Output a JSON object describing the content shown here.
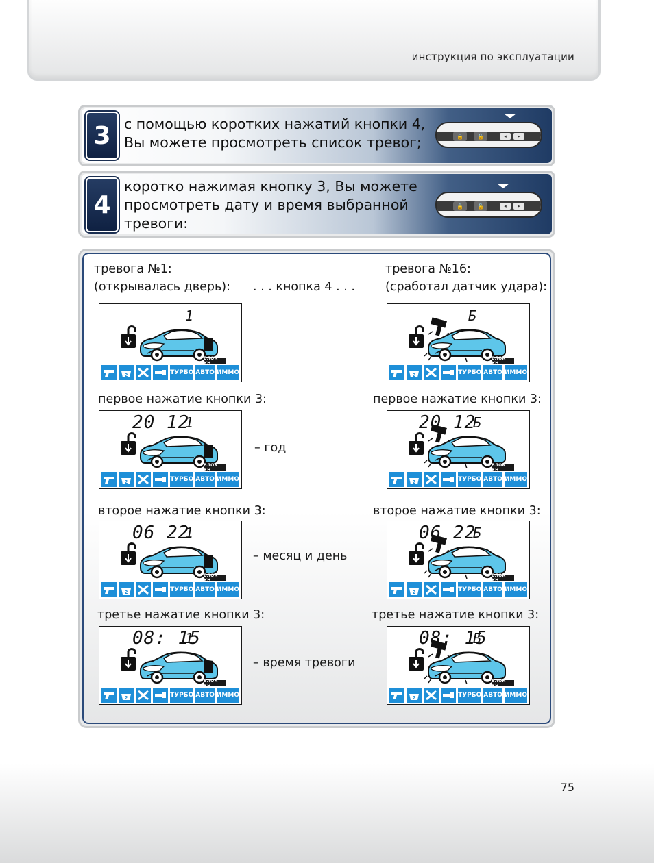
{
  "header": {
    "title": "инструкция по эксплуатации"
  },
  "steps": [
    {
      "number": "3",
      "line1": "с помощью коротких нажатий кнопки 4,",
      "line2": "Вы можете просмотреть список тревог;",
      "line3": ""
    },
    {
      "number": "4",
      "line1": "коротко нажимая кнопку 3, Вы можете",
      "line2": "просмотреть дату и время выбранной",
      "line3": "тревоги:"
    }
  ],
  "panel": {
    "left_title": "тревога №1:",
    "left_subtitle": "(открывалась дверь):",
    "middle": ". . .  кнопка 4 . . .",
    "right_title": "тревога №16:",
    "right_subtitle": "(сработал датчик удара):",
    "press1": "первое нажатие кнопки 3:",
    "press2": "второе нажатие кнопки 3:",
    "press3": "третье нажатие кнопки 3:",
    "desc1": "– год",
    "desc2": "– месяц и день",
    "desc3": "– время тревоги"
  },
  "lcd": {
    "left": {
      "d0": "",
      "d1": "20 12",
      "d2": "06 22",
      "d3": "08: 15",
      "mark": "1"
    },
    "right": {
      "d0": "",
      "d1": "20 12",
      "d2": "06 22",
      "d3": "08: 15",
      "mark": "Б"
    },
    "blok": "БЛОК КН",
    "turbo": "ТУРБО",
    "avto": "АВТО",
    "immo": "ИММО",
    "car_color": "#5ec6ea",
    "icon_color": "#1e8fd8"
  },
  "remote": {
    "left_arrow": "◂",
    "right_arrow": "▸"
  },
  "page_number": "75"
}
